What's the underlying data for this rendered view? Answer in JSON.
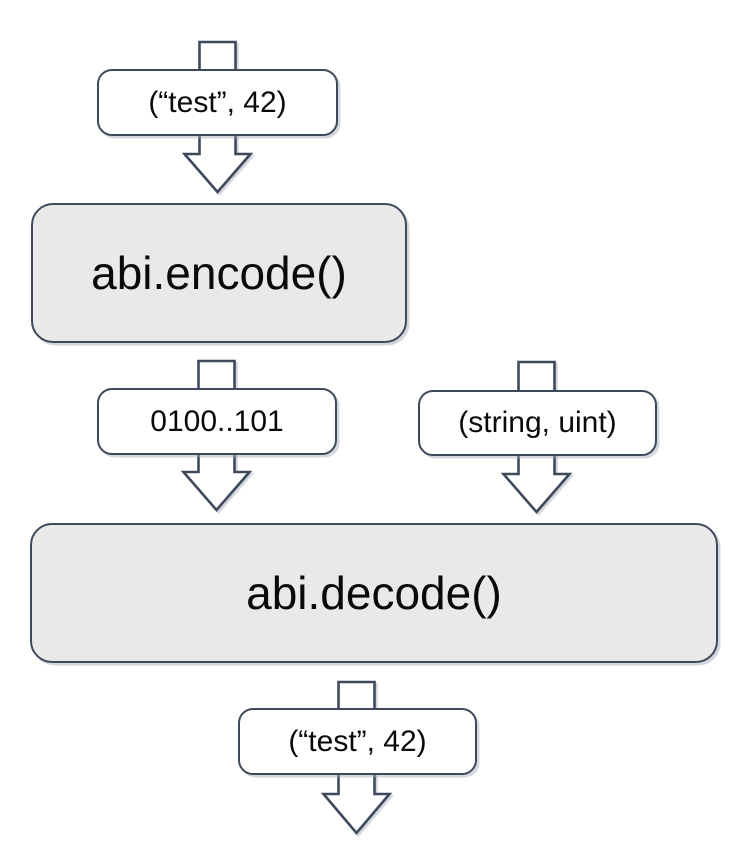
{
  "diagram": {
    "colors": {
      "border": "#3e4a5c",
      "process_fill": "#e9e9e9",
      "label_fill": "#ffffff",
      "text": "#0a0a0a",
      "shadow": "#a0a8b6"
    },
    "nodes": {
      "input_tuple": {
        "label": "(“test”, 42)"
      },
      "encode": {
        "label": "abi.encode()"
      },
      "encoded_bytes": {
        "label": "0100..101"
      },
      "types_tuple": {
        "label": "(string, uint)"
      },
      "decode": {
        "label": "abi.decode()"
      },
      "output_tuple": {
        "label": "(“test”, 42)"
      }
    },
    "arrows": [
      {
        "name": "input-to-encode",
        "direction": "down"
      },
      {
        "name": "encode-to-decode",
        "direction": "down"
      },
      {
        "name": "types-to-decode",
        "direction": "down"
      },
      {
        "name": "decode-to-output",
        "direction": "down"
      }
    ]
  }
}
